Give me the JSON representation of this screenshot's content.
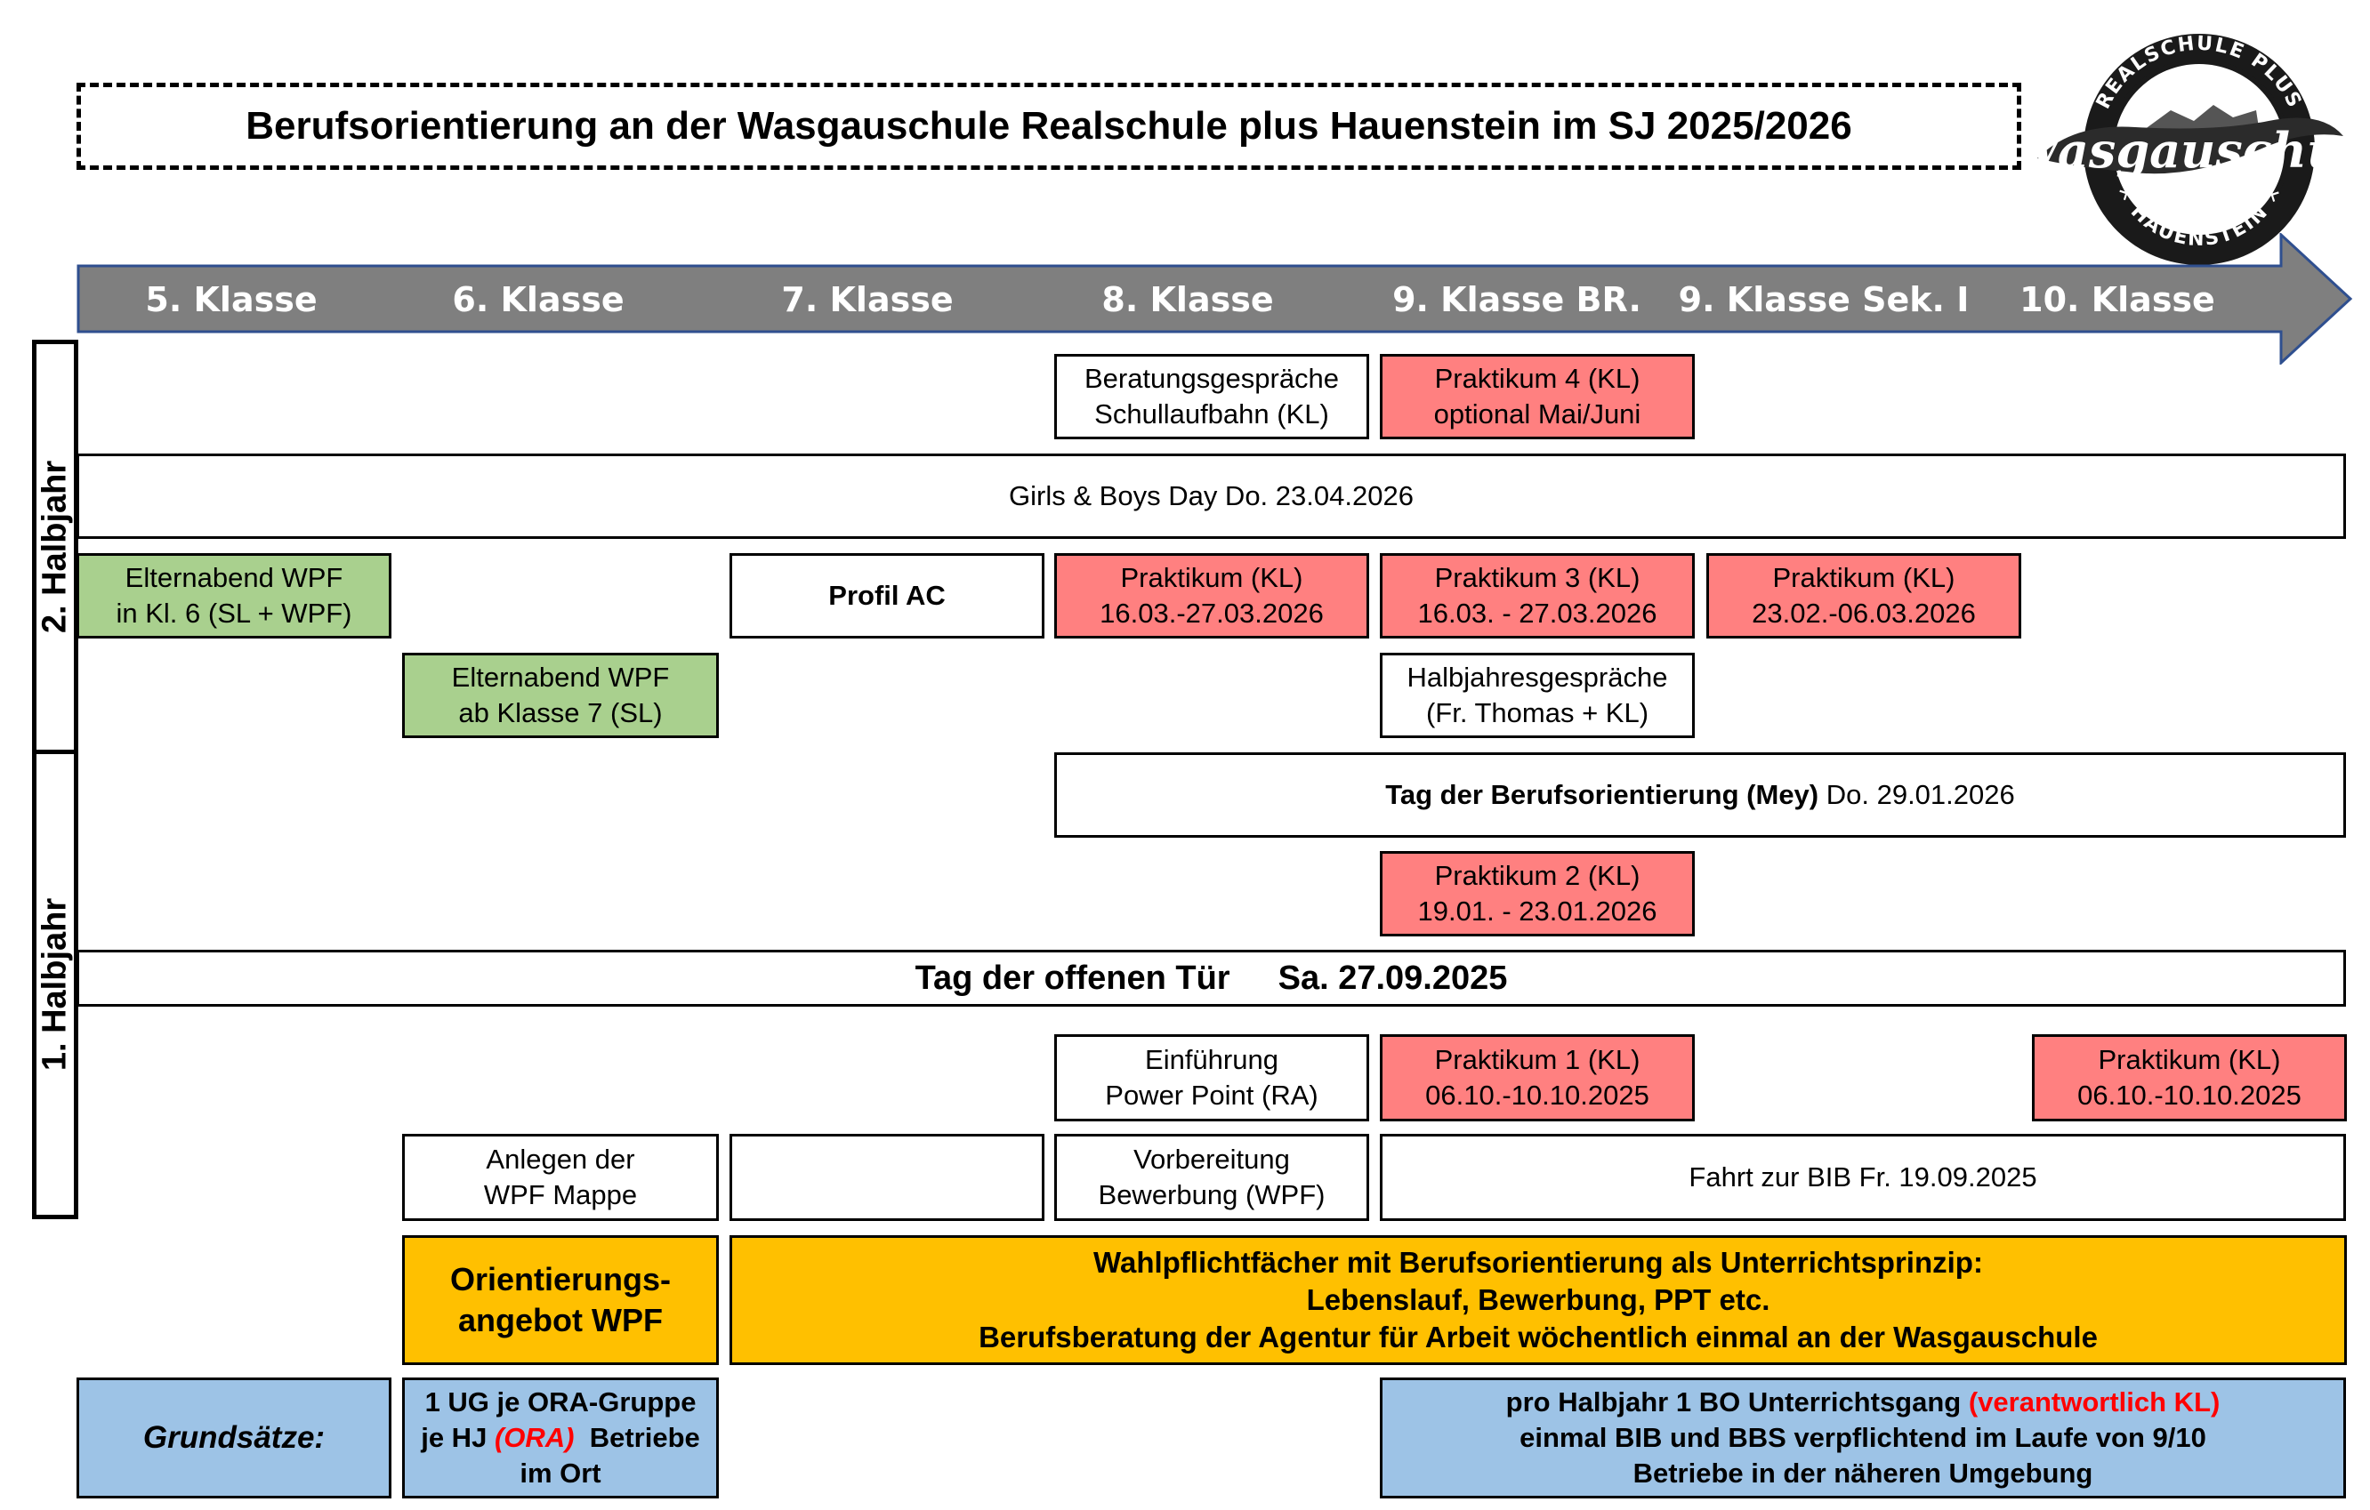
{
  "title": "Berufsorientierung an der Wasgauschule Realschule plus Hauenstein im SJ 2025/2026",
  "logo": {
    "top_text": "REALSCHULE PLUS",
    "script_text": "Wasgauschule",
    "bottom_text": "✕ HAUENSTEIN ✕"
  },
  "grades": [
    "5. Klasse",
    "6. Klasse",
    "7. Klasse",
    "8. Klasse",
    "9. Klasse BR.",
    "9. Klasse Sek. I",
    "10. Klasse"
  ],
  "semesters": {
    "second": "2. Halbjahr",
    "first": "1. Halbjahr"
  },
  "events": {
    "beratung": {
      "line1": "Beratungsgespräche",
      "line2": "Schullaufbahn (KL)"
    },
    "praktikum4": {
      "line1": "Praktikum 4 (KL)",
      "line2": "optional Mai/Juni"
    },
    "girls_boys": "Girls & Boys Day  Do. 23.04.2026",
    "elternabend6": {
      "line1": "Elternabend WPF",
      "line2": "in Kl. 6 (SL + WPF)"
    },
    "profil_ac": "Profil AC",
    "praktikum8": {
      "line1": "Praktikum (KL)",
      "line2": "16.03.-27.03.2026"
    },
    "praktikum3": {
      "line1": "Praktikum 3 (KL)",
      "line2": "16.03. - 27.03.2026"
    },
    "praktikum_sek": {
      "line1": "Praktikum (KL)",
      "line2": "23.02.-06.03.2026"
    },
    "elternabend7": {
      "line1": "Elternabend WPF",
      "line2": "ab Klasse 7 (SL)"
    },
    "halbjahresgespraeche": {
      "line1": "Halbjahresgespräche",
      "line2": "(Fr. Thomas + KL)"
    },
    "tag_bo": {
      "bold": "Tag der Berufsorientierung (Mey)",
      "rest": " Do. 29.01.2026"
    },
    "praktikum2": {
      "line1": "Praktikum 2 (KL)",
      "line2": "19.01. - 23.01.2026"
    },
    "tag_offen": {
      "label": "Tag der offenen Tür",
      "date": "Sa. 27.09.2025"
    },
    "einfuehrung": {
      "line1": "Einführung",
      "line2": "Power Point (RA)"
    },
    "praktikum1": {
      "line1": "Praktikum 1 (KL)",
      "line2": "06.10.-10.10.2025"
    },
    "praktikum10": {
      "line1": "Praktikum (KL)",
      "line2": "06.10.-10.10.2025"
    },
    "anlegen": {
      "line1": "Anlegen der",
      "line2": "WPF Mappe"
    },
    "vorbereitung": {
      "line1": "Vorbereitung",
      "line2": "Bewerbung (WPF)"
    },
    "fahrt_bib": "Fahrt zur BIB Fr. 19.09.2025",
    "orientierung": {
      "line1": "Orientierungs-",
      "line2": "angebot WPF"
    },
    "wahlpflicht": {
      "line1": "Wahlpflichtfächer mit Berufsorientierung als Unterrichtsprinzip:",
      "line2": "Lebenslauf, Bewerbung, PPT etc.",
      "line3": "Berufsberatung der Agentur für Arbeit wöchentlich einmal an der Wasgauschule"
    }
  },
  "grundsaetze": {
    "label": "Grundsätze:",
    "ug": {
      "line1": "1 UG je ORA-Gruppe",
      "line2_a": "je HJ ",
      "line2_red": "(ORA)",
      "line2_b": "  Betriebe",
      "line3": "im Ort"
    },
    "bo": {
      "line1_a": "pro Halbjahr 1 BO Unterrichtsgang ",
      "line1_red": "(verantwortlich KL)",
      "line2": "einmal BIB und BBS verpflichtend im Laufe von 9/10",
      "line3": "Betriebe in der näheren Umgebung"
    }
  },
  "colors": {
    "arrow": "#7f7f7f",
    "green": "#a9d08e",
    "red": "#ff8080",
    "orange": "#ffc000",
    "blue": "#9dc3e6",
    "highlight": "#ff0000"
  }
}
